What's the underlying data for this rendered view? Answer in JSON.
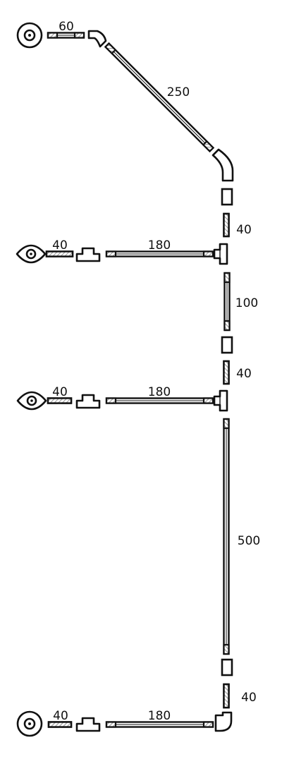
{
  "diagram": {
    "type": "pipe-layout",
    "colors": {
      "stroke": "#111111",
      "fill": "#ffffff",
      "thread": "#9a9a9a"
    },
    "fittings": [
      {
        "name": "round-flange-top",
        "kind": "round-flange"
      },
      {
        "name": "oval-flange-a",
        "kind": "oval-flange"
      },
      {
        "name": "oval-flange-b",
        "kind": "oval-flange"
      },
      {
        "name": "round-flange-bottom",
        "kind": "round-flange"
      },
      {
        "name": "elbow-45-top",
        "kind": "elbow-45"
      },
      {
        "name": "elbow-90-upper",
        "kind": "elbow-90"
      },
      {
        "name": "elbow-90-bottom",
        "kind": "elbow-90"
      },
      {
        "name": "tee-right-1",
        "kind": "tee"
      },
      {
        "name": "tee-right-2",
        "kind": "tee"
      },
      {
        "name": "tee-left-1",
        "kind": "tee"
      },
      {
        "name": "tee-left-2",
        "kind": "tee"
      },
      {
        "name": "tee-left-3",
        "kind": "tee"
      },
      {
        "name": "coupling-1",
        "kind": "coupling"
      },
      {
        "name": "coupling-2",
        "kind": "coupling"
      },
      {
        "name": "coupling-3",
        "kind": "coupling"
      }
    ],
    "pipes": [
      {
        "id": "p1",
        "length": "60"
      },
      {
        "id": "p2",
        "length": "250"
      },
      {
        "id": "p3",
        "length": "40"
      },
      {
        "id": "p4",
        "length": "40"
      },
      {
        "id": "p5",
        "length": "180"
      },
      {
        "id": "p6",
        "length": "100"
      },
      {
        "id": "p7",
        "length": "40"
      },
      {
        "id": "p8",
        "length": "40"
      },
      {
        "id": "p9",
        "length": "180"
      },
      {
        "id": "p10",
        "length": "500"
      },
      {
        "id": "p11",
        "length": "40"
      },
      {
        "id": "p12",
        "length": "40"
      },
      {
        "id": "p13",
        "length": "180"
      }
    ]
  }
}
